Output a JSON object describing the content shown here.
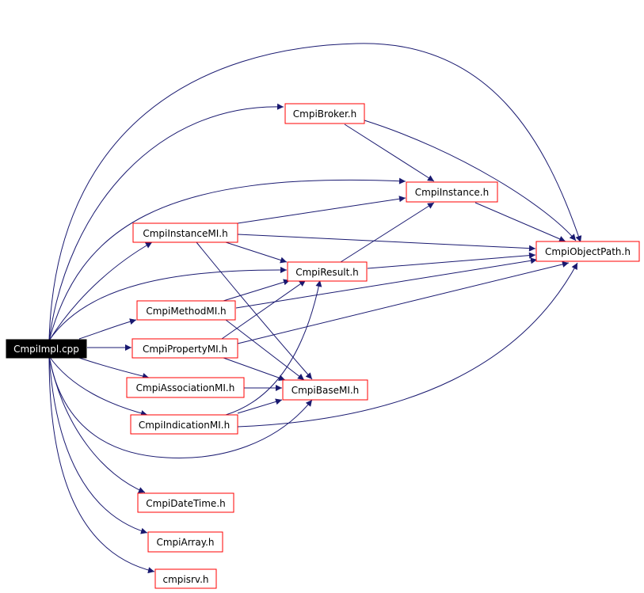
{
  "colors": {
    "edge": "#191970",
    "node_border": "#ff0000",
    "root_fill": "#000000",
    "root_text": "#ffffff",
    "node_fill": "#ffffff",
    "node_text": "#000000"
  },
  "nodes": {
    "cmpiimpl_cpp": "CmpiImpl.cpp",
    "cmpibroker_h": "CmpiBroker.h",
    "cmpiinstance_h": "CmpiInstance.h",
    "cmpiinstancemi_h": "CmpiInstanceMI.h",
    "cmpiobjectpath_h": "CmpiObjectPath.h",
    "cmpiresult_h": "CmpiResult.h",
    "cmpimethodmi_h": "CmpiMethodMI.h",
    "cmpipropertymi_h": "CmpiPropertyMI.h",
    "cmpiassociationmi_h": "CmpiAssociationMI.h",
    "cmpibasemi_h": "CmpiBaseMI.h",
    "cmpiindicationmi_h": "CmpiIndicationMI.h",
    "cmpidatetime_h": "CmpiDateTime.h",
    "cmpiarray_h": "CmpiArray.h",
    "cmpisrv_h": "cmpisrv.h"
  }
}
